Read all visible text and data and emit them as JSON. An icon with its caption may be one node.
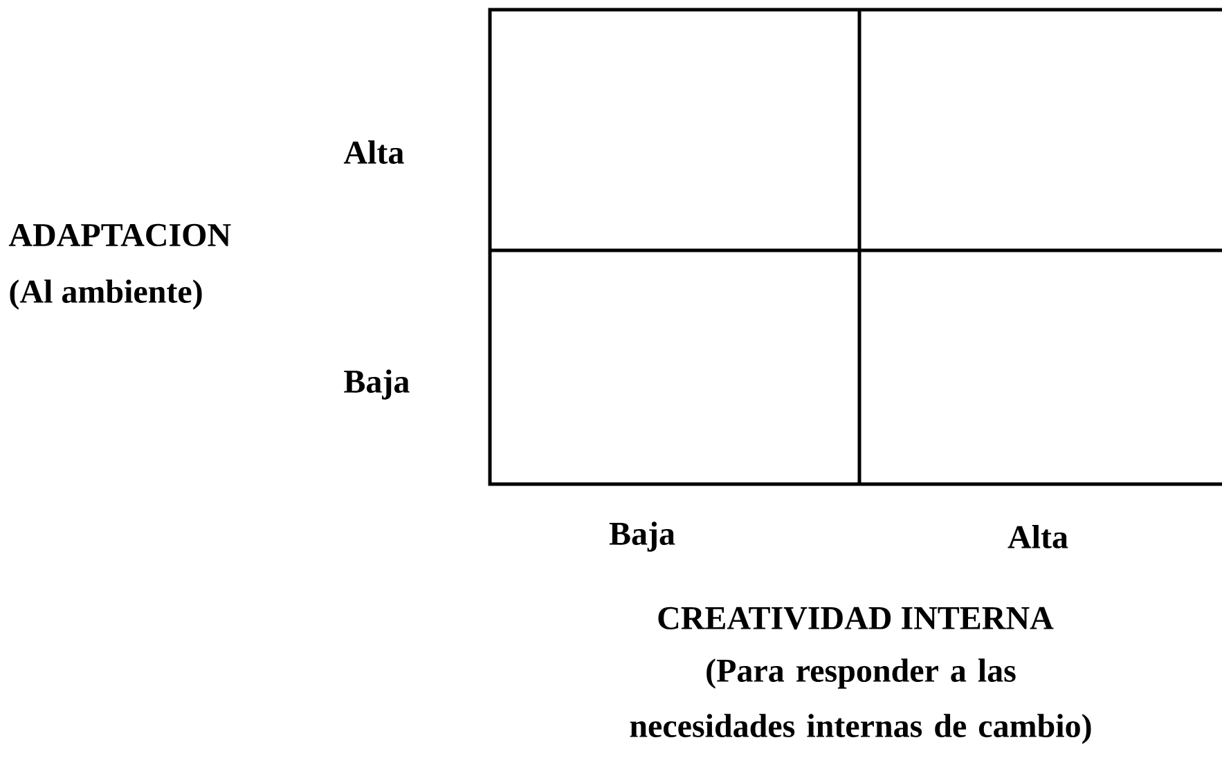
{
  "diagram": {
    "labels": [
      "Alta",
      "ADAPTACION",
      "(Al ambiente)",
      "Baja",
      "Baja",
      "Alta",
      "CREATIVIDAD INTERNA",
      "(Para responder a las necesidades internas de cambio)"
    ]
  }
}
